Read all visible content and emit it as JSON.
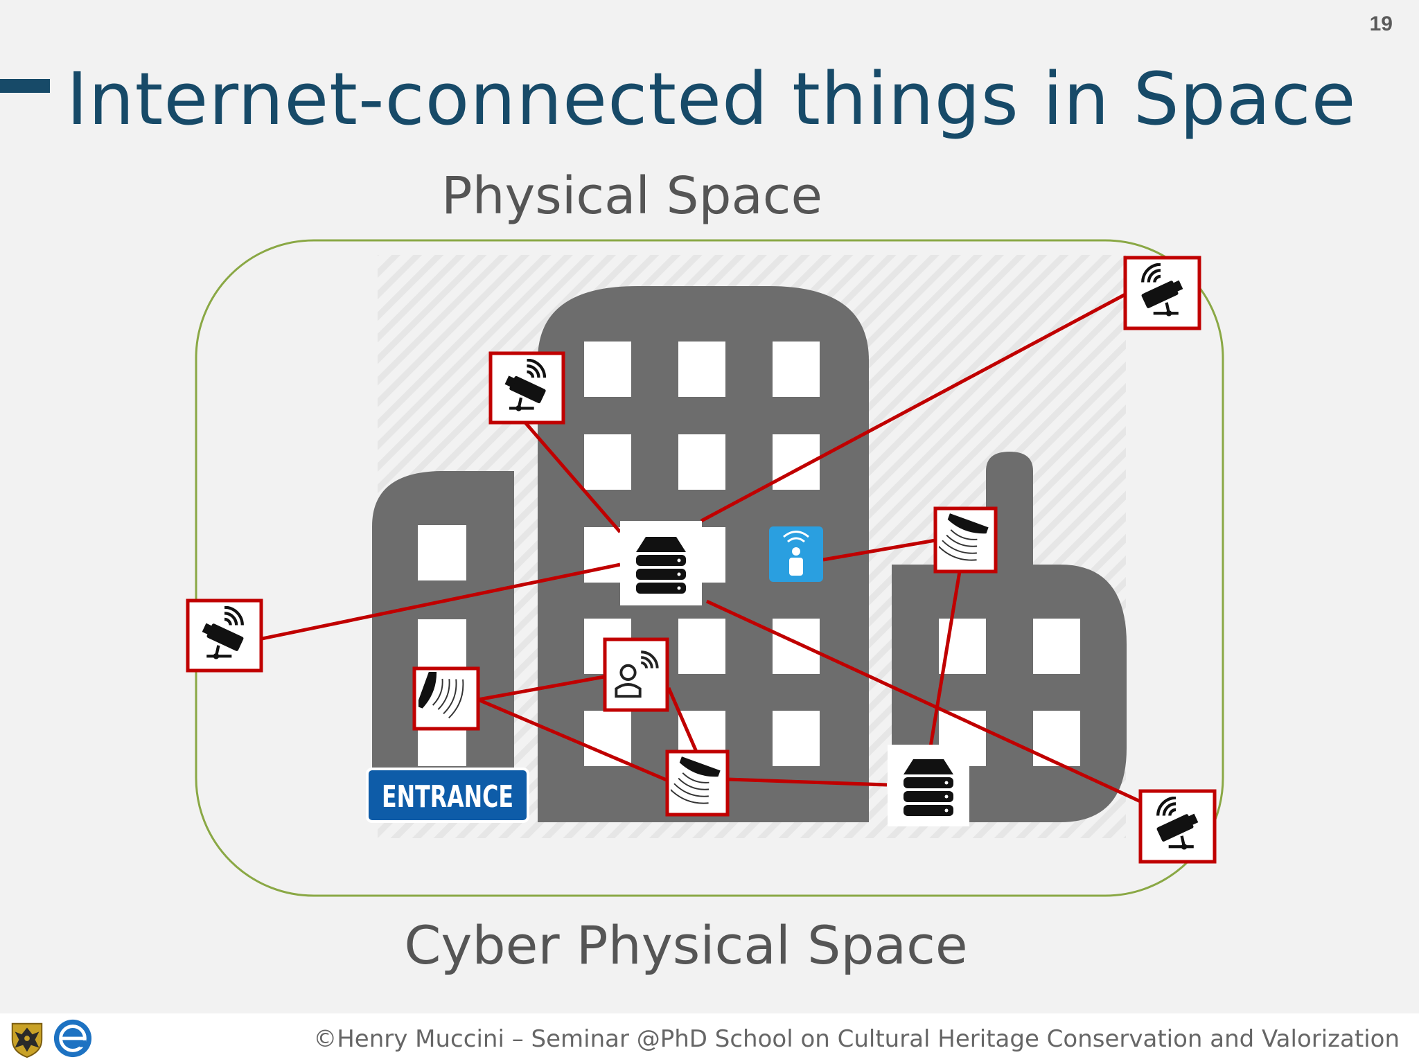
{
  "slide": {
    "number": "19",
    "title": "Internet-connected things in Space",
    "subtitle": "Physical Space",
    "bottom_label": "Cyber Physical Space"
  },
  "diagram": {
    "entrance_sign": "ENTRANCE",
    "devices": [
      {
        "id": "cam-top-mid",
        "kind": "camera-icon"
      },
      {
        "id": "cam-top-right",
        "kind": "camera-icon"
      },
      {
        "id": "cam-left",
        "kind": "camera-icon"
      },
      {
        "id": "cam-bottom-right",
        "kind": "camera-icon"
      },
      {
        "id": "server-main",
        "kind": "server-icon"
      },
      {
        "id": "server-second",
        "kind": "server-icon"
      },
      {
        "id": "presence-sensor",
        "kind": "person-wireless-icon"
      },
      {
        "id": "user-wireless",
        "kind": "user-wireless-icon"
      },
      {
        "id": "sensor-left",
        "kind": "proximity-sensor-icon"
      },
      {
        "id": "sensor-right",
        "kind": "proximity-sensor-icon"
      },
      {
        "id": "sensor-bottom",
        "kind": "proximity-sensor-icon"
      }
    ],
    "connections": [
      [
        "server-main",
        "cam-top-mid"
      ],
      [
        "server-main",
        "cam-top-right"
      ],
      [
        "server-main",
        "cam-left"
      ],
      [
        "server-main",
        "cam-bottom-right"
      ],
      [
        "presence-sensor",
        "sensor-right"
      ],
      [
        "sensor-right",
        "server-second"
      ],
      [
        "sensor-left",
        "user-wireless"
      ],
      [
        "sensor-left",
        "sensor-bottom"
      ],
      [
        "user-wireless",
        "sensor-bottom"
      ],
      [
        "sensor-bottom",
        "server-second"
      ]
    ],
    "colors": {
      "building": "#6d6d6d",
      "link": "#c00000",
      "frame": "#8aa845",
      "sign": "#0e5ca8",
      "presence": "#2a9fe0"
    }
  },
  "footer": {
    "text": "©Henry Muccini – Seminar @PhD School on Cultural Heritage Conservation and Valorization"
  },
  "logos": [
    "university-crest-icon",
    "e-logo-icon"
  ]
}
